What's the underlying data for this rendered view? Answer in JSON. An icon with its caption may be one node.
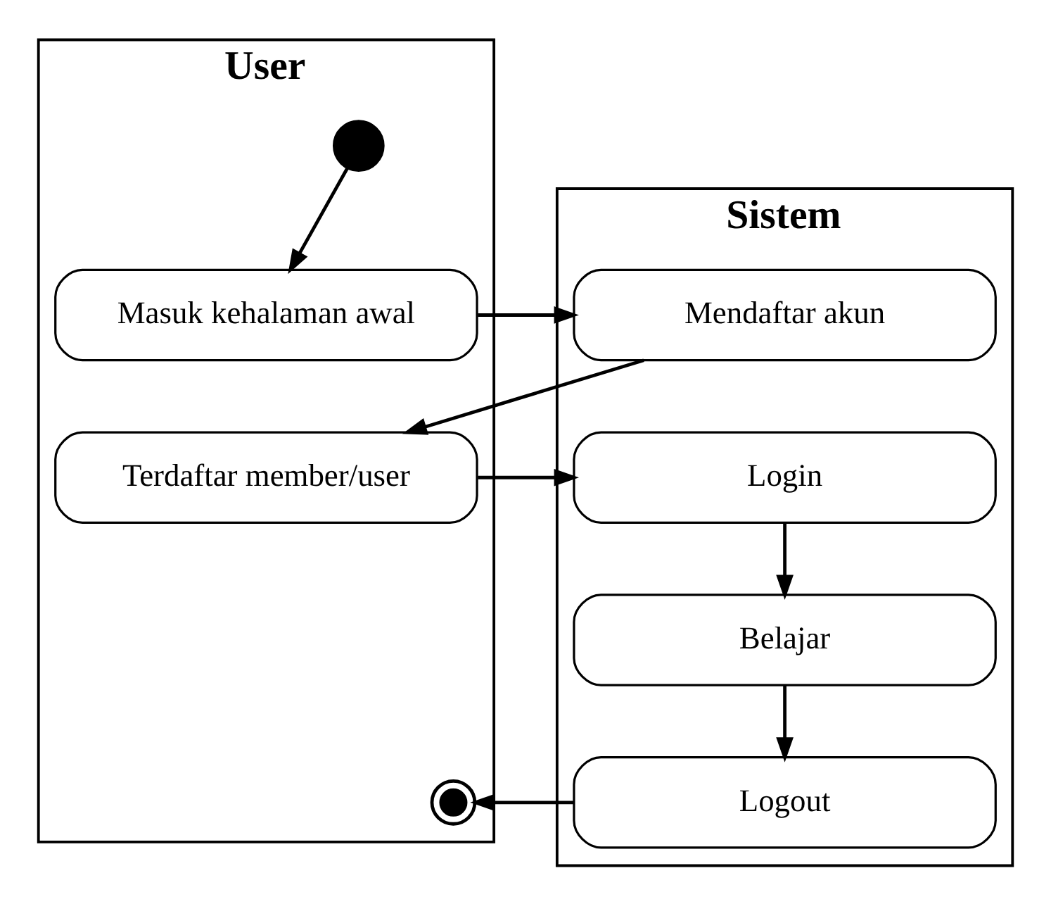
{
  "diagram": {
    "nodes": [
      {
        "text": [
          "User"
        ]
      },
      {
        "text": [
          "Sistem"
        ]
      },
      {
        "text": [],
        "shape": "circle",
        "in": 0
      },
      {
        "text": [
          "Masuk kehalaman awal"
        ],
        "in": 0
      },
      {
        "text": [
          "Mendaftar akun"
        ],
        "in": 1
      },
      {
        "text": [
          "Terdaftar member/user"
        ],
        "in": 0
      },
      {
        "text": [
          "Login"
        ],
        "in": 1
      },
      {
        "text": [
          "Belajar"
        ],
        "in": 1
      },
      {
        "text": [
          "Logout"
        ],
        "in": 1
      },
      {
        "text": [],
        "shape": "circle",
        "in": 0
      }
    ],
    "edges": [
      {
        "from": 2,
        "to": 3,
        "arrow": "to"
      },
      {
        "from": 3,
        "to": 4,
        "arrow": "to"
      },
      {
        "from": 4,
        "to": 5,
        "arrow": "to"
      },
      {
        "from": 5,
        "to": 6,
        "arrow": "to"
      },
      {
        "from": 6,
        "to": 7,
        "arrow": "to"
      },
      {
        "from": 7,
        "to": 8,
        "arrow": "to"
      },
      {
        "from": 8,
        "to": 9,
        "arrow": "to"
      }
    ]
  }
}
